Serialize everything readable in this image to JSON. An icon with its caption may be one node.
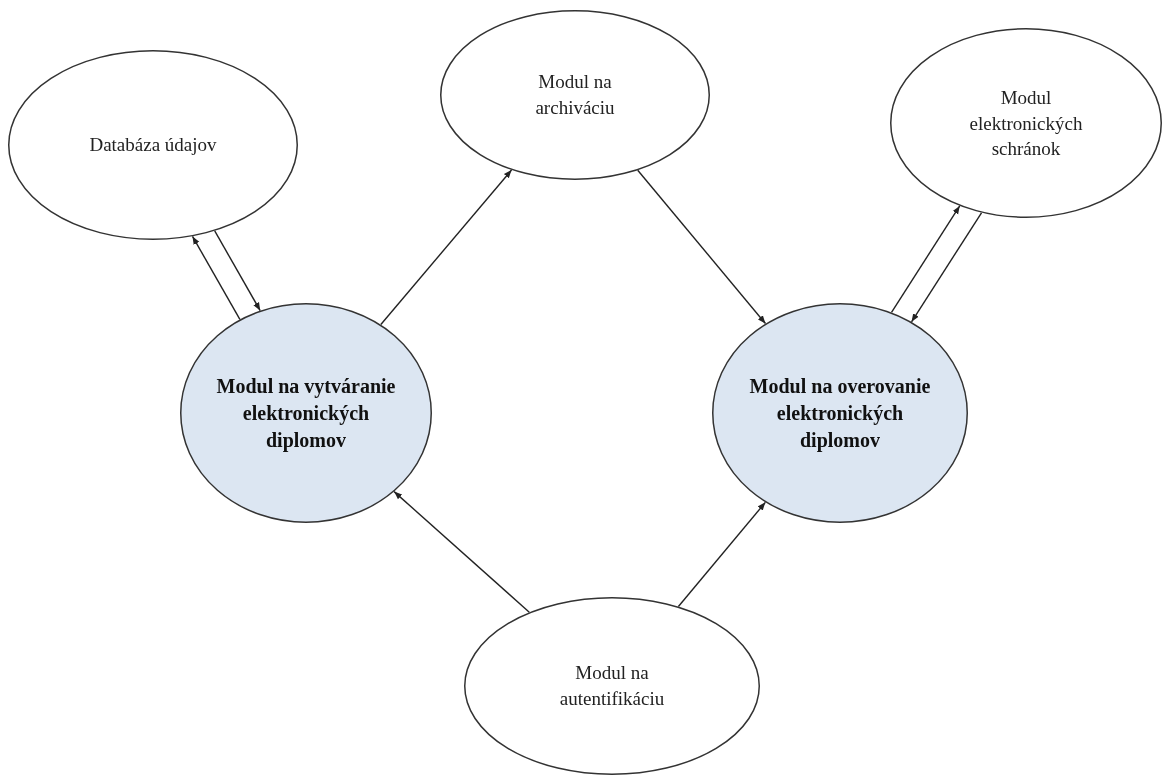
{
  "diagram": {
    "nodes": [
      {
        "text": [
          "Databáza údajov"
        ]
      },
      {
        "text": [
          "Modul na archiváciu"
        ]
      },
      {
        "text": [
          "Modul elektronických schránok"
        ]
      },
      {
        "text": [
          "Modul na vytváranie elektronických diplomov"
        ]
      },
      {
        "text": [
          "Modul na overovanie elektronických diplomov"
        ]
      },
      {
        "text": [
          "Modul na autentifikáciu"
        ]
      }
    ],
    "edges": [
      {
        "from": 0,
        "to": 3,
        "arrow": "to"
      },
      {
        "from": 3,
        "to": 0,
        "arrow": "to"
      },
      {
        "from": 3,
        "to": 1,
        "arrow": "to"
      },
      {
        "from": 1,
        "to": 4,
        "arrow": "to"
      },
      {
        "from": 4,
        "to": 2,
        "arrow": "to"
      },
      {
        "from": 2,
        "to": 4,
        "arrow": "to"
      },
      {
        "from": 5,
        "to": 3,
        "arrow": "to"
      },
      {
        "from": 5,
        "to": 4,
        "arrow": "to"
      }
    ]
  }
}
